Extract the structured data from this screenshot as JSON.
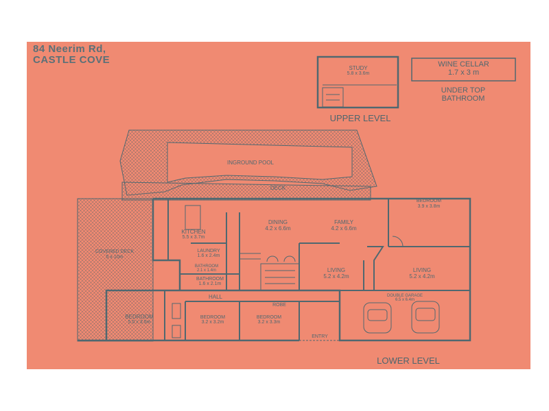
{
  "property": {
    "address_line1": "84 Neerim Rd,",
    "address_line2": "CASTLE COVE"
  },
  "upper_level": {
    "label": "UPPER LEVEL",
    "study": {
      "name": "STUDY",
      "dims": "5.8 x 3.6m"
    }
  },
  "wine_cellar": {
    "name": "WINE CELLAR",
    "dims": "1.7 x 3 m",
    "note_line1": "UNDER TOP",
    "note_line2": "BATHROOM"
  },
  "lower_level": {
    "label": "LOWER LEVEL",
    "pool": "INGROUND POOL",
    "deck": "DECK",
    "covered_deck": {
      "name": "COVERED DECK",
      "dims": "5 x 10m"
    },
    "kitchen": {
      "name": "KITCHEN",
      "dims": "5.5 x 3.7m"
    },
    "laundry": {
      "name": "LAUNDRY",
      "dims": "1.6 x 2.4m"
    },
    "bathroom_1": {
      "name": "BATHROOM",
      "dims": "2.1 x 1.4m"
    },
    "bathroom_2": {
      "name": "BATHROOM",
      "dims": "1.6 x 2.1m"
    },
    "dining": {
      "name": "DINING",
      "dims": "4.2 x 6.6m"
    },
    "family": {
      "name": "FAMILY",
      "dims": "4.2 x 6.6m"
    },
    "bedroom_ne": {
      "name": "BEDROOM",
      "dims": "3.9 x 3.8m"
    },
    "living_centre": {
      "name": "LIVING",
      "dims": "5.2 x 4.2m"
    },
    "living_right": {
      "name": "LIVING",
      "dims": "5.2 x 4.2m"
    },
    "hall": "HALL",
    "bedroom_main": {
      "name": "BEDROOM",
      "dims": "5.0 x 3.5m"
    },
    "bedroom_2": {
      "name": "BEDROOM",
      "dims": "3.2 x 3.2m"
    },
    "bedroom_3": {
      "name": "BEDROOM",
      "dims": "3.2 x 3.3m"
    },
    "robe": "ROBE",
    "entry": "ENTRY",
    "garage": {
      "name": "DOUBLE GARAGE",
      "dims": "6.5 x 6.4m"
    }
  },
  "colors": {
    "background": "#f08a72",
    "line": "#4f6870"
  }
}
